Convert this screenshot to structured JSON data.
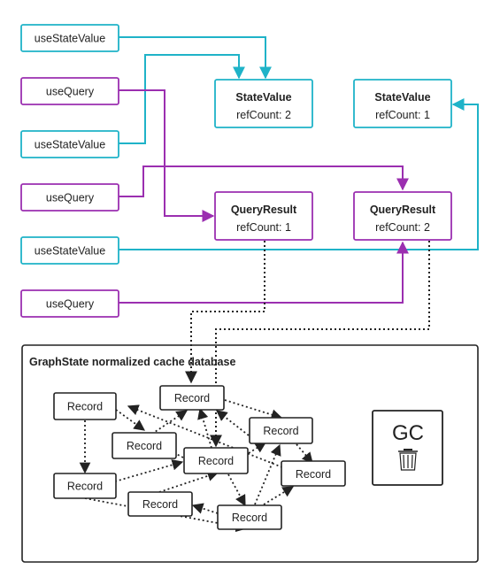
{
  "hooks": [
    {
      "label": "useStateValue"
    },
    {
      "label": "useQuery"
    },
    {
      "label": "useStateValue"
    },
    {
      "label": "useQuery"
    },
    {
      "label": "useStateValue"
    },
    {
      "label": "useQuery"
    }
  ],
  "nodes": [
    {
      "title": "StateValue",
      "sub": "refCount: 2"
    },
    {
      "title": "StateValue",
      "sub": "refCount: 1"
    },
    {
      "title": "QueryResult",
      "sub": "refCount: 1"
    },
    {
      "title": "QueryResult",
      "sub": "refCount: 2"
    }
  ],
  "database": {
    "title": "GraphState normalized cache database",
    "gc_label": "GC",
    "gc_icon": "trash-icon",
    "record_label": "Record",
    "record_count": 9
  },
  "colors": {
    "cyan": "#1fb3c8",
    "purple": "#9b2fb0",
    "dark": "#222222"
  }
}
